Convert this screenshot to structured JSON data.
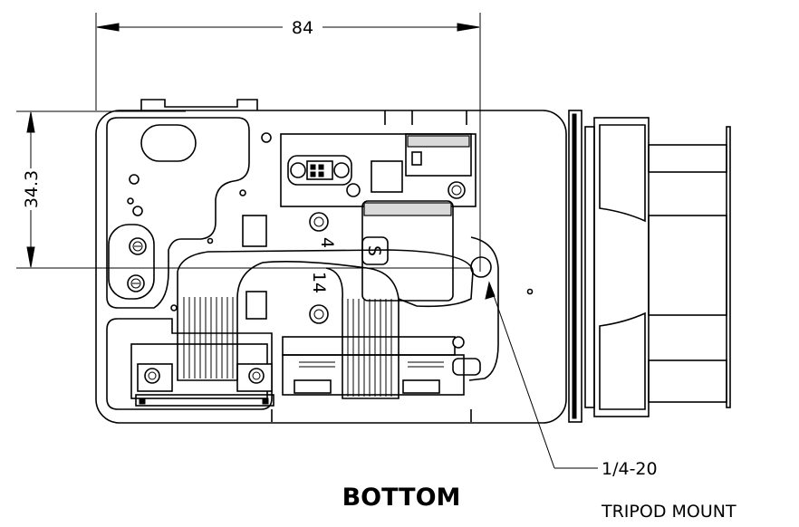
{
  "view": {
    "title": "BOTTOM"
  },
  "dimensions": {
    "width_label": "84",
    "height_label": "34.3"
  },
  "callout": {
    "line1": "1/4-20",
    "line2": "TRIPOD MOUNT"
  },
  "part_markings": {
    "marking_4": "4",
    "marking_14": "14",
    "marking_s": "S"
  }
}
